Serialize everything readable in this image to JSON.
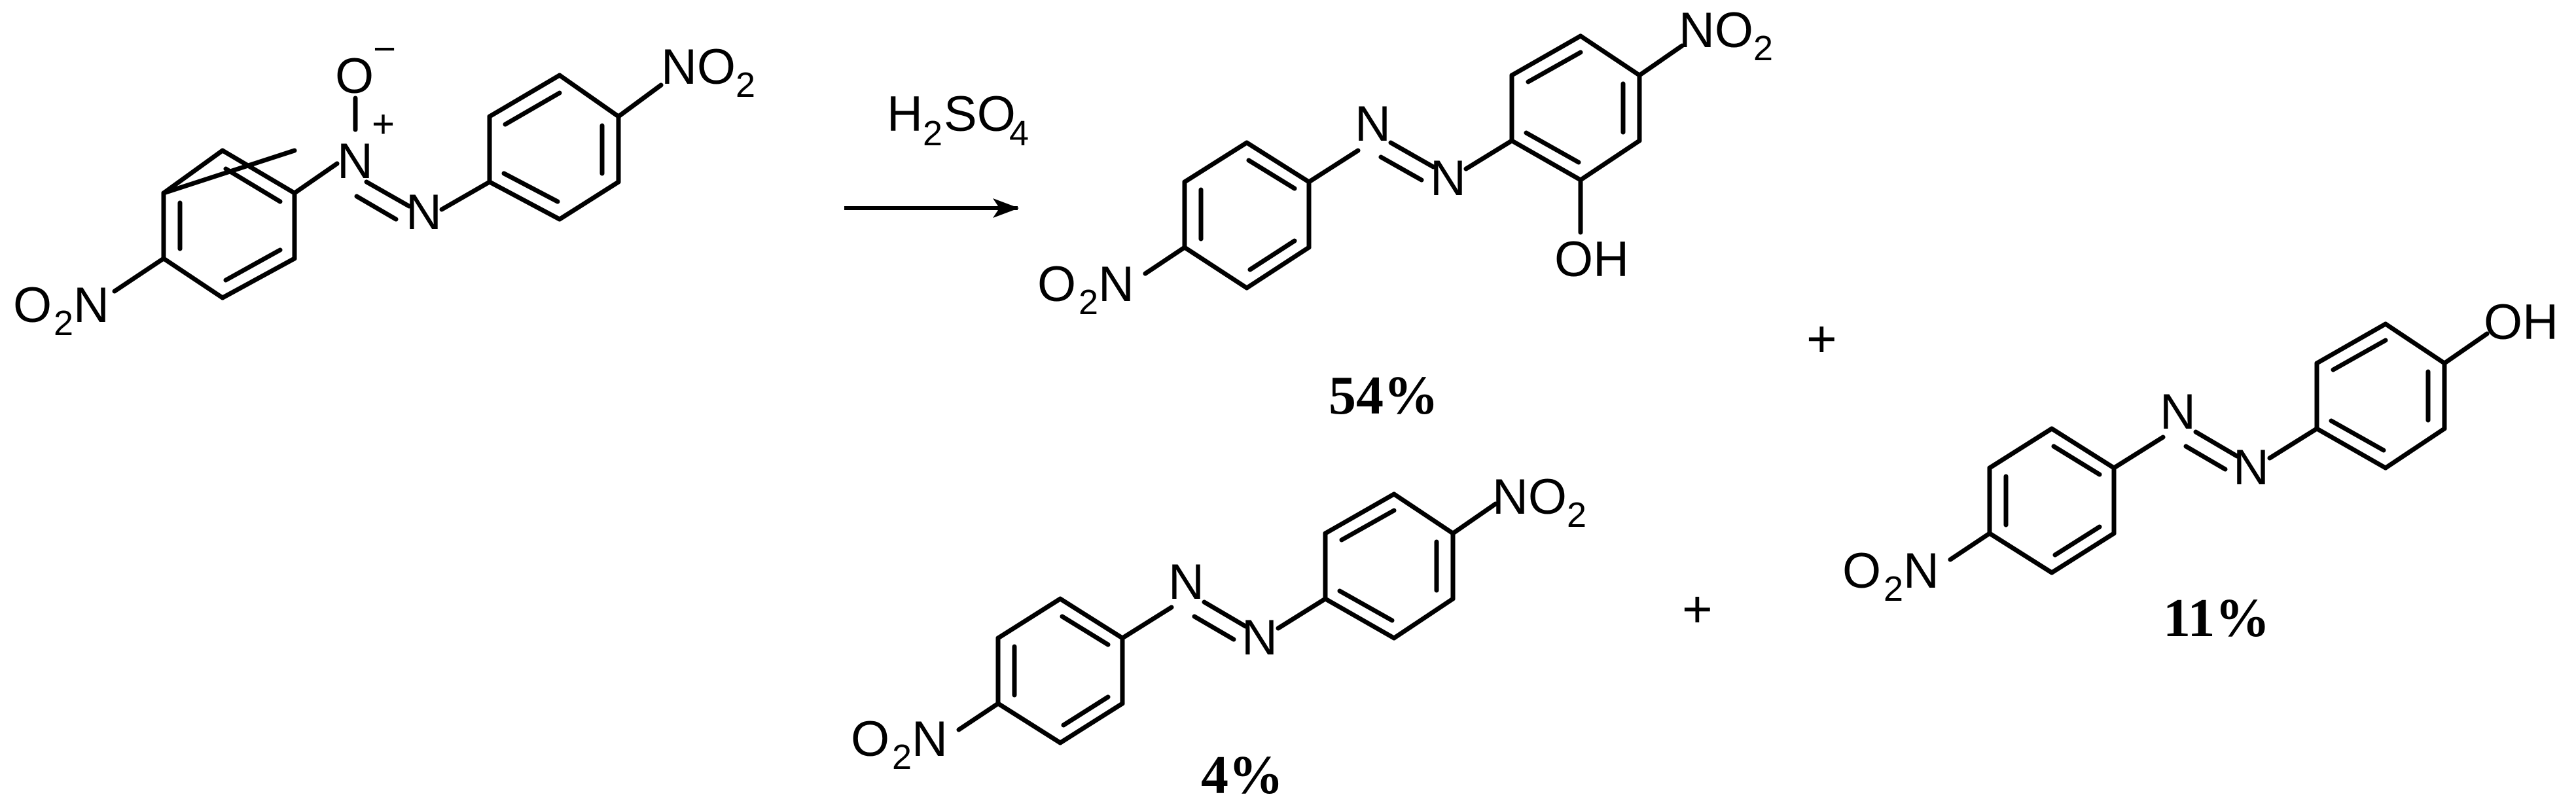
{
  "reagent": {
    "prefix": "H",
    "sub1": "2",
    "mid": "SO",
    "sub2": "4"
  },
  "atoms": {
    "nitrogen": "N",
    "oxygen": "O",
    "nitro_base": "NO",
    "nitro_left_o": "O",
    "nitro_left_n": "N",
    "hydroxyl": "OH",
    "two": "2"
  },
  "charges": {
    "minus": "−",
    "plus": "+"
  },
  "plus_sign": "+",
  "yields": {
    "product_a": "54%",
    "product_b": "11%",
    "product_c": "4%"
  }
}
